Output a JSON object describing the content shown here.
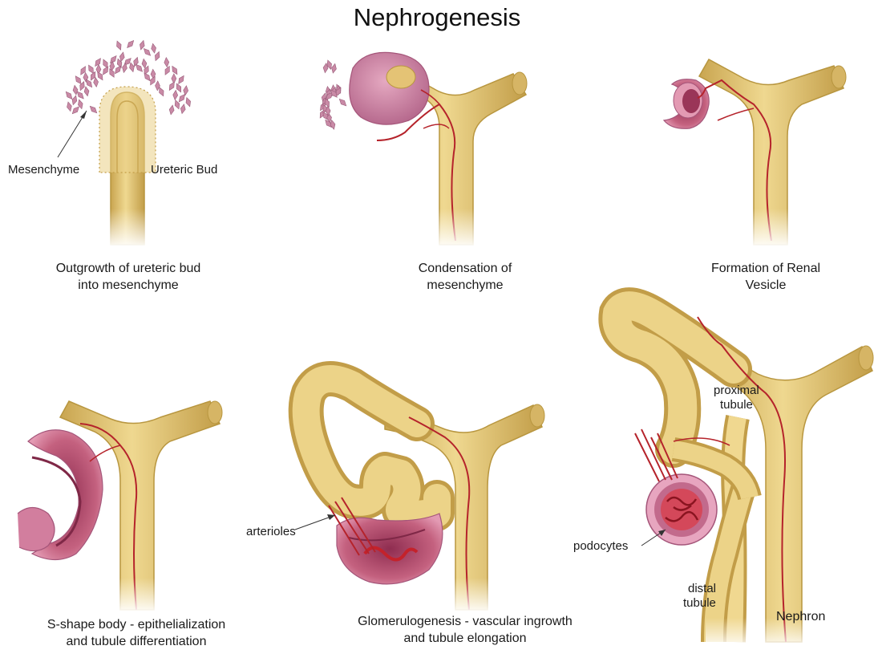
{
  "title": "Nephrogenesis",
  "labels": {
    "mesenchyme": "Mesenchyme",
    "ureteric_bud": "Ureteric Bud",
    "arterioles": "arterioles",
    "podocytes": "podocytes",
    "proximal_tubule_1": "proximal",
    "proximal_tubule_2": "tubule",
    "distal_tubule_1": "distal",
    "distal_tubule_2": "tubule",
    "nephron": "Nephron"
  },
  "stages": [
    {
      "line1": "Outgrowth of ureteric bud",
      "line2": "into mesenchyme"
    },
    {
      "line1": "Condensation of",
      "line2": "mesenchyme"
    },
    {
      "line1": "Formation of Renal",
      "line2": "Vesicle"
    },
    {
      "line1": "S-shape body - epithelialization",
      "line2": "and tubule differentiation"
    },
    {
      "line1": "Glomerulogenesis - vascular ingrowth",
      "line2": "and tubule elongation"
    }
  ],
  "colors": {
    "tubule": "#e3c472",
    "tubule_edge": "#b8963f",
    "vessel": "#b5232b",
    "mesenchyme": "#c98aa6",
    "vesicle": "#c9698a",
    "vesicle_inner": "#9e3d5e"
  }
}
